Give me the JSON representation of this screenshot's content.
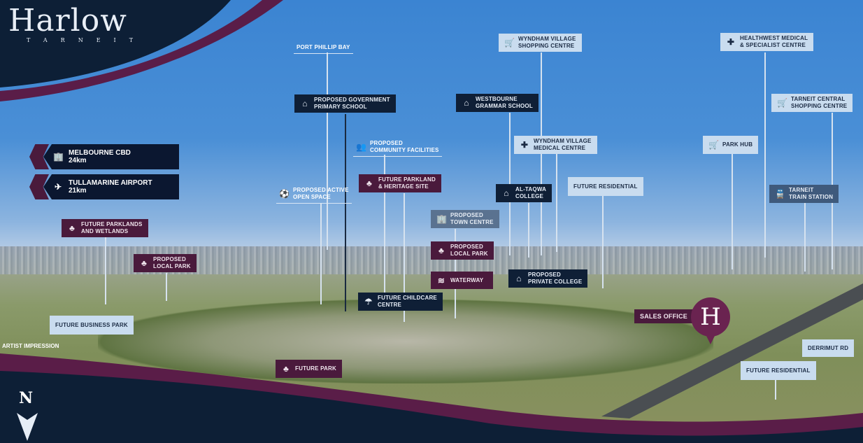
{
  "brand": {
    "name": "Harlow",
    "suburb": "TARNEIT"
  },
  "signs": [
    {
      "title": "MELBOURNE CBD",
      "distance": "24km",
      "icon": "city-building-icon"
    },
    {
      "title": "TULLAMARINE AIRPORT",
      "distance": "21km",
      "icon": "airplane-icon"
    }
  ],
  "labels": {
    "port_phillip": "PORT PHILLIP BAY",
    "gov_school": [
      "PROPOSED GOVERNMENT",
      "PRIMARY SCHOOL"
    ],
    "westbourne": [
      "WESTBOURNE",
      "GRAMMAR SCHOOL"
    ],
    "wyndham_shop": [
      "WYNDHAM VILLAGE",
      "SHOPPING CENTRE"
    ],
    "healthwest": [
      "HEALTHWEST MEDICAL",
      "& SPECIALIST CENTRE"
    ],
    "tarneit_central": [
      "TARNEIT CENTRAL",
      "SHOPPING CENTRE"
    ],
    "community": [
      "PROPOSED",
      "COMMUNITY FACILITIES"
    ],
    "wyndham_medical": [
      "WYNDHAM VILLAGE",
      "MEDICAL CENTRE"
    ],
    "park_hub": "PARK HUB",
    "active_space": [
      "PROPOSED ACTIVE",
      "OPEN SPACE"
    ],
    "parkland_heritage": [
      "FUTURE PARKLAND",
      "& HERITAGE SITE"
    ],
    "altaqwa": [
      "AL-TAQWA",
      "COLLEGE"
    ],
    "future_res_1": "FUTURE RESIDENTIAL",
    "train": [
      "TARNEIT",
      "TRAIN STATION"
    ],
    "town_centre": [
      "PROPOSED",
      "TOWN CENTRE"
    ],
    "wetlands": [
      "FUTURE PARKLANDS",
      "AND WETLANDS"
    ],
    "local_park_1": [
      "PROPOSED",
      "LOCAL PARK"
    ],
    "local_park_2": [
      "PROPOSED",
      "LOCAL PARK"
    ],
    "waterway": "WATERWAY",
    "private_college": [
      "PROPOSED",
      "PRIVATE COLLEGE"
    ],
    "childcare": [
      "FUTURE CHILDCARE",
      "CENTRE"
    ],
    "business_park": "FUTURE BUSINESS PARK",
    "future_park": "FUTURE PARK",
    "sales_office": "SALES OFFICE",
    "derrimut": "DERRIMUT RD",
    "future_res_2": "FUTURE RESIDENTIAL"
  },
  "sales_marker": "H",
  "artist_impression": "ARTIST IMPRESSION",
  "compass": "N",
  "colors": {
    "navy": "#0f1f36",
    "maroon": "#4a1a3c",
    "light": "#c9dcef",
    "sky": "#3b84d2"
  }
}
